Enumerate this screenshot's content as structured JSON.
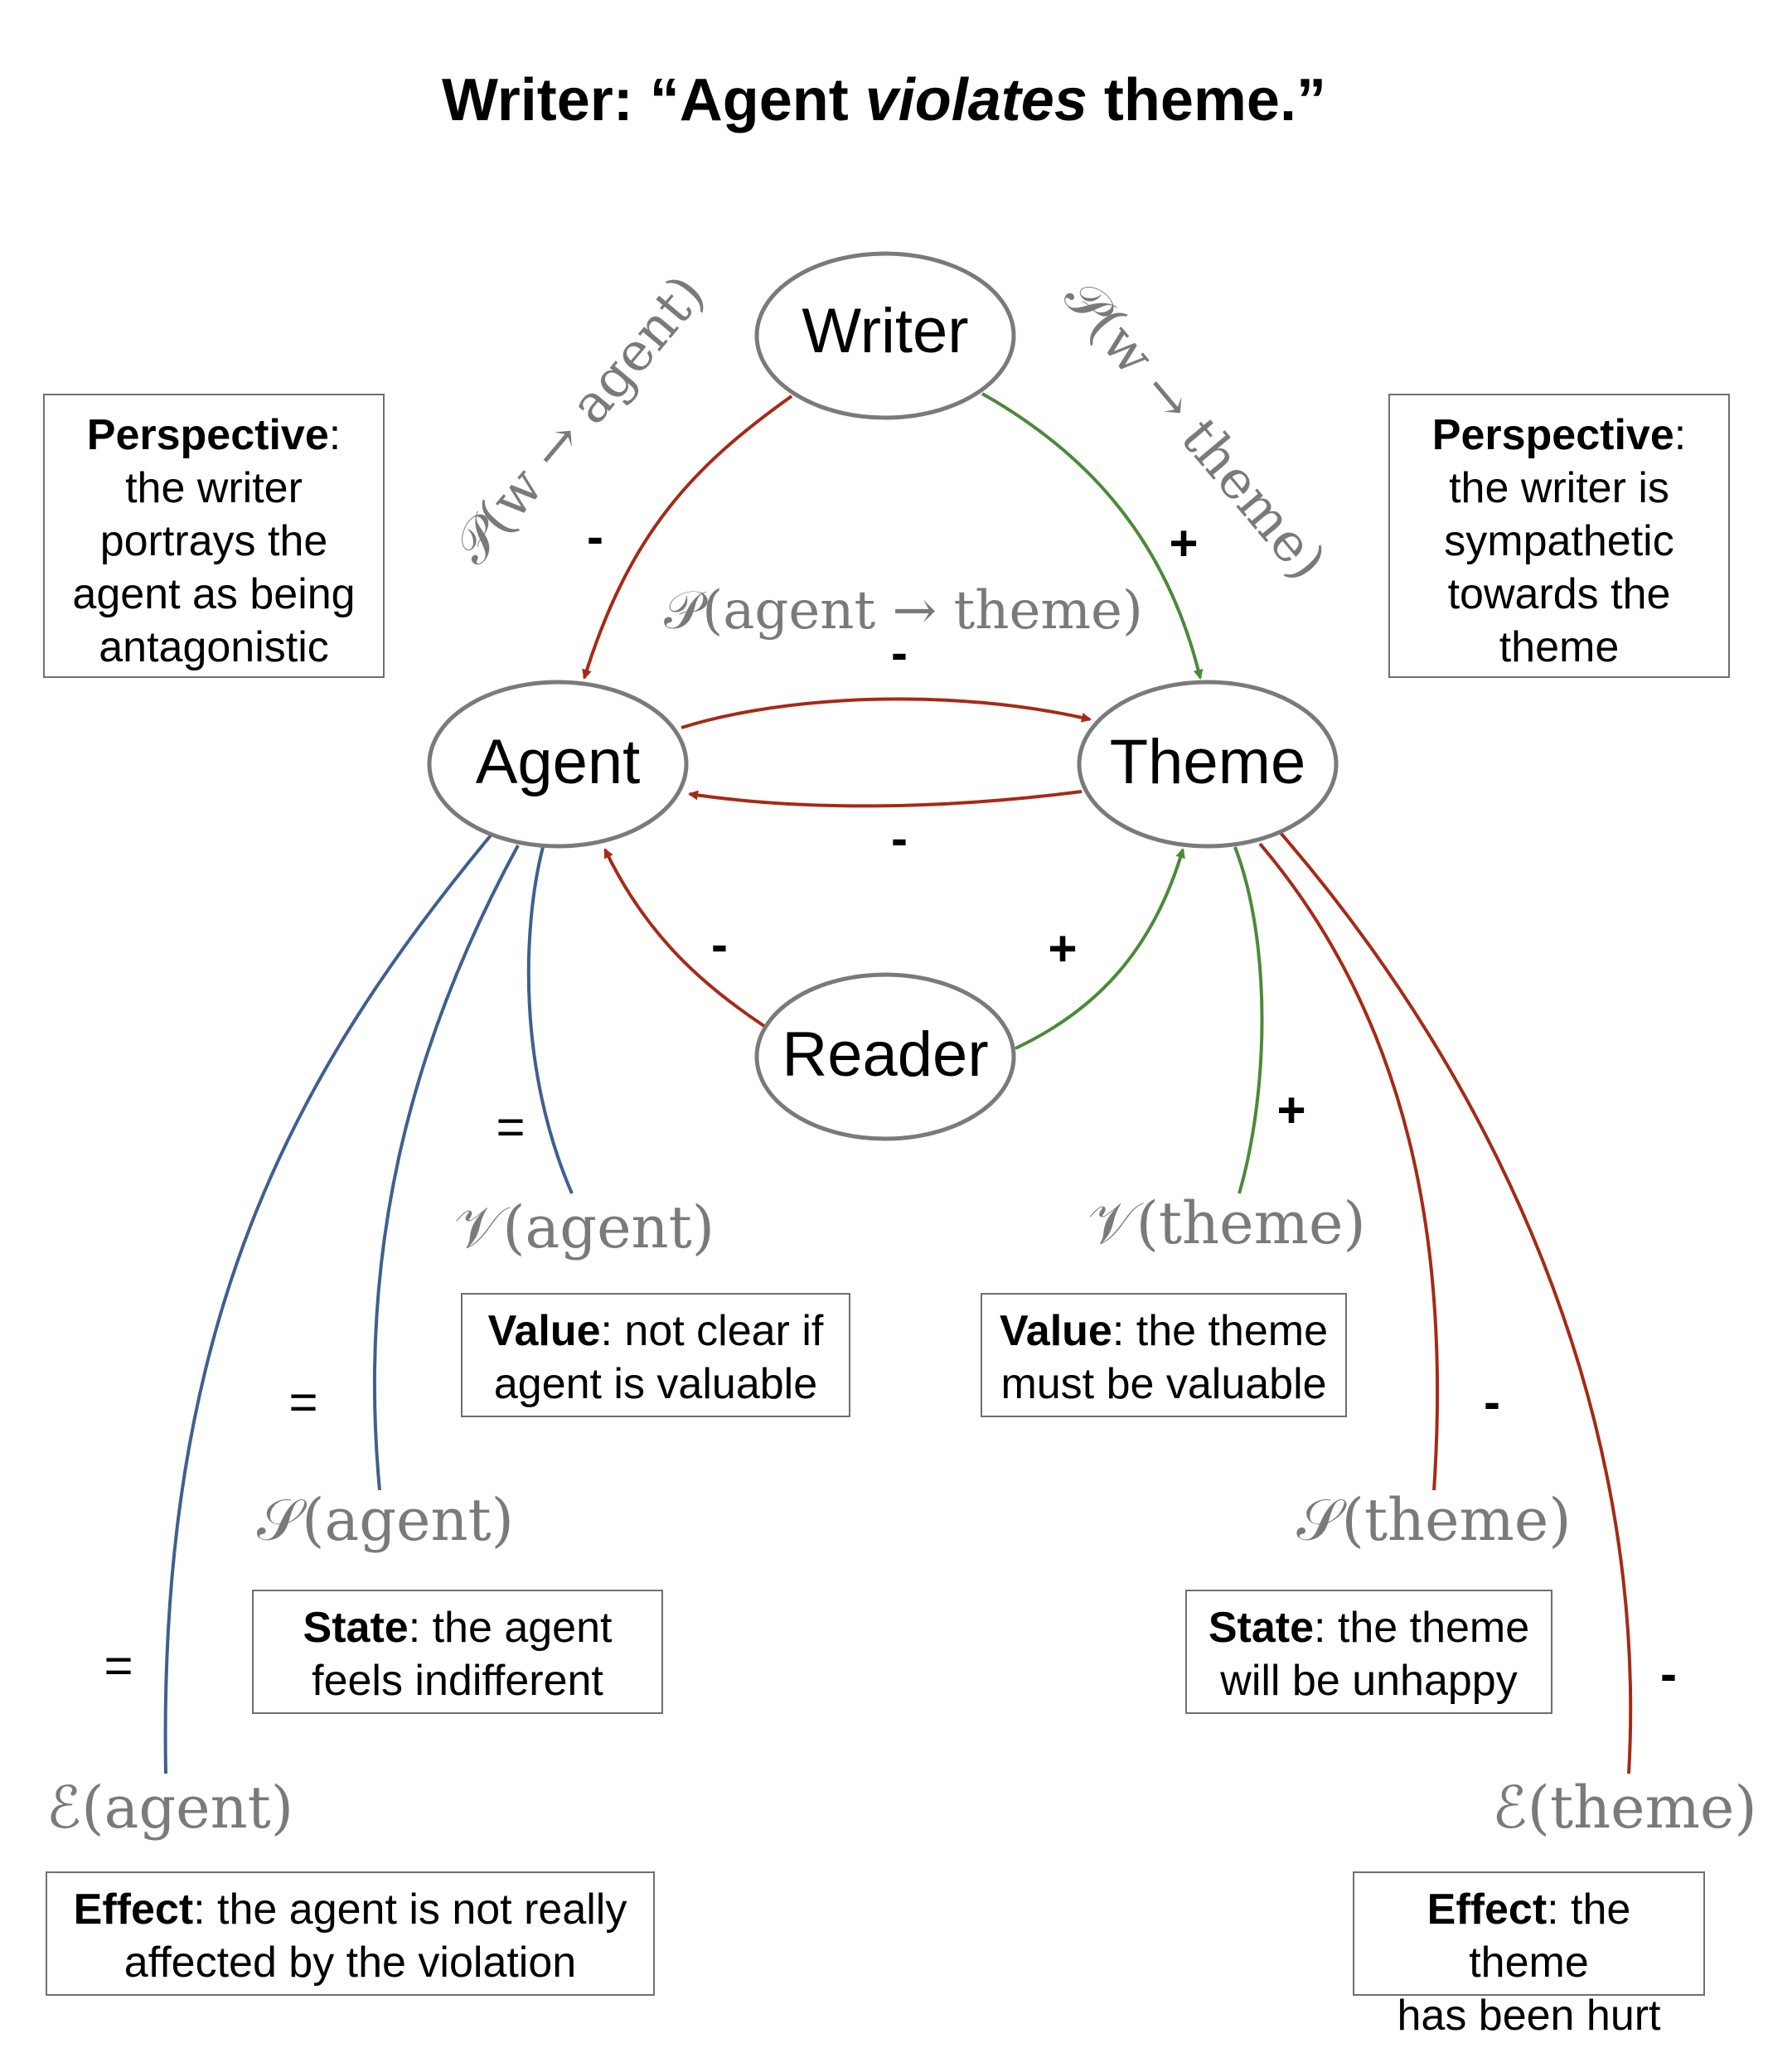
{
  "title": {
    "prefix": "Writer: “Agent ",
    "verb": "violates",
    "suffix": " theme.”"
  },
  "nodes": {
    "writer": "Writer",
    "agent": "Agent",
    "theme": "Theme",
    "reader": "Reader"
  },
  "edge_labels": {
    "p_w_agent": "𝒫(w → agent)",
    "p_w_theme": "𝒫(w → theme)",
    "p_agent_theme": "𝒫(agent → theme)",
    "v_agent": "𝒱(agent)",
    "v_theme": "𝒱(theme)",
    "s_agent": "𝒮(agent)",
    "s_theme": "𝒮(theme)",
    "e_agent": "ℰ(agent)",
    "e_theme": "ℰ(theme)"
  },
  "signs": {
    "writer_agent": "-",
    "writer_theme": "+",
    "agent_theme": "-",
    "theme_agent": "-",
    "reader_agent": "-",
    "reader_theme": "+",
    "v_agent": "=",
    "s_agent": "=",
    "e_agent": "=",
    "v_theme": "+",
    "s_theme": "-",
    "e_theme": "-"
  },
  "boxes": {
    "perspective_left": {
      "label": "Perspective",
      "text_lines": [
        ": ",
        "the writer",
        "portrays the",
        "agent as being",
        "antagonistic"
      ]
    },
    "perspective_right": {
      "label": "Perspective",
      "text_lines": [
        ": ",
        "the writer is",
        "sympathetic",
        "towards the",
        "theme"
      ]
    },
    "value_agent": {
      "label": "Value",
      "text_lines": [
        ": not clear if",
        "agent is valuable"
      ]
    },
    "value_theme": {
      "label": "Value",
      "text_lines": [
        ": the theme",
        "must be valuable"
      ]
    },
    "state_agent": {
      "label": "State",
      "text_lines": [
        ": the agent",
        "feels indifferent"
      ]
    },
    "state_theme": {
      "label": "State",
      "text_lines": [
        ": the theme",
        "will be unhappy"
      ]
    },
    "effect_agent": {
      "label": "Effect",
      "text_lines": [
        ": the agent is not really",
        "affected by the violation"
      ]
    },
    "effect_theme": {
      "label": "Effect",
      "text_lines": [
        ": the theme",
        "has been hurt"
      ]
    }
  },
  "colors": {
    "negative": "#a52a16",
    "positive": "#4a8a3a",
    "neutral": "#3f5f8f",
    "node_border": "#7a7a7a",
    "label_gray": "#7a7a7a"
  }
}
